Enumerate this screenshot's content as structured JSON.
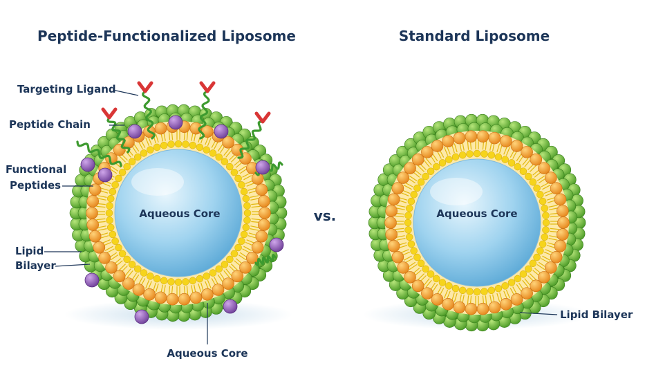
{
  "titles": {
    "left": "Peptide-Functionalized Liposome",
    "right": "Standard Liposome"
  },
  "left_labels": {
    "targeting_ligand": "Targeting Ligand",
    "peptide_chain": "Peptide Chain",
    "functional_peptides_line1": "Functional",
    "functional_peptides_line2": "Peptides",
    "lipid_bilayer_line1": "Lipid",
    "lipid_bilayer_line2": "Bilayer",
    "aqueous_core_inner": "Aqueous Core",
    "aqueous_core_bottom": "Aqueous Core"
  },
  "vs": "vs.",
  "right_labels": {
    "aqueous_core_inner": "Aqueous Core",
    "lipid_bilayer": "Lipid Bilayer"
  },
  "colors": {
    "outer_layer": "#6dbb3a",
    "head_groups": "#f5a623",
    "tails": "#f2d21a",
    "core": "#9fd3ef",
    "peptide_chain": "#4caf3c",
    "functional_peptide": "#8e5bb5",
    "targeting_ligand": "#d93636",
    "text": "#1c3558"
  }
}
